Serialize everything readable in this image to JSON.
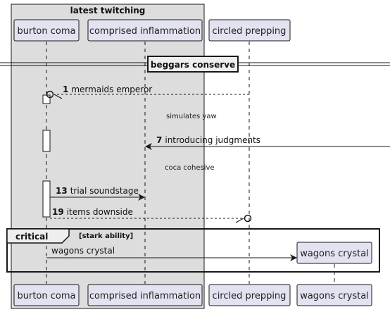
{
  "group_box": {
    "title": "latest twitching"
  },
  "participants": {
    "burton_coma": "burton coma",
    "comprised_inflammation": "comprised inflammation",
    "circled_prepping": "circled prepping",
    "wagons_crystal": "wagons crystal"
  },
  "divider": {
    "label": "beggars conserve"
  },
  "messages": [
    {
      "num": "1",
      "text": "mermaids emperor"
    },
    {
      "num": "7",
      "text": "introducing judgments"
    },
    {
      "num": "13",
      "text": "trial soundstage"
    },
    {
      "num": "19",
      "text": "items downside"
    }
  ],
  "delays": [
    "simulates yaw",
    "coca cohesive"
  ],
  "fragment": {
    "keyword": "critical",
    "condition": "[stark ability]",
    "message": "wagons crystal"
  },
  "colors": {
    "participant_fill": "#E2E2F0",
    "participant_border": "#181818",
    "box_fill": "#DDDDDD",
    "line": "#181818"
  }
}
